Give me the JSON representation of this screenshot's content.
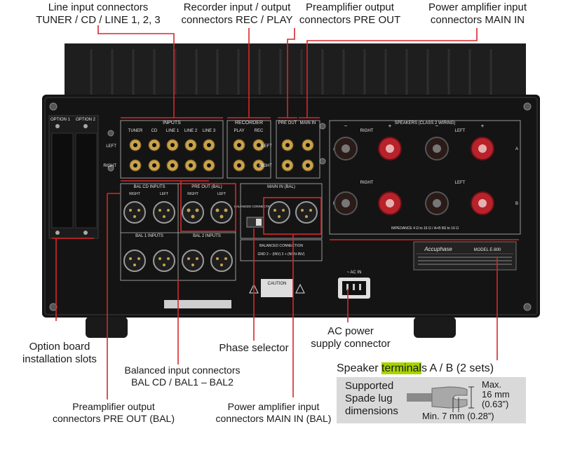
{
  "callouts": {
    "line_input_line1": "Line input connectors",
    "line_input_line2": "TUNER / CD / LINE 1, 2, 3",
    "recorder_line1": "Recorder input / output",
    "recorder_line2": "connectors REC / PLAY",
    "preout_line1": "Preamplifier output",
    "preout_line2": "connectors PRE OUT",
    "mainin_line1": "Power amplifier input",
    "mainin_line2": "connectors MAIN IN",
    "option_line1": "Option board",
    "option_line2": "installation slots",
    "phase": "Phase selector",
    "acpower_line1": "AC power",
    "acpower_line2": "supply connector",
    "balanced_line1": "Balanced input connectors",
    "balanced_line2": "BAL CD / BAL1 – BAL2",
    "preout_bal_line1": "Preamplifier output",
    "preout_bal_line2": "connectors PRE OUT (BAL)",
    "mainin_bal_line1": "Power amplifier input",
    "mainin_bal_line2": "connectors MAIN IN (BAL)"
  },
  "speaker_terminals": {
    "before": "Speaker ",
    "highlight": "terminal",
    "after": "s A / B (2 sets)"
  },
  "spade": {
    "line1": "Supported",
    "line2": "Spade lug",
    "line3": "dimensions",
    "max_label": "Max.",
    "max_mm": "16 mm",
    "max_in": "(0.63”)",
    "min": "Min. 7 mm (0.28”)"
  },
  "panel": {
    "inputs": "INPUTS",
    "tuner": "TUNER",
    "cd": "CD",
    "line1": "LINE 1",
    "line2": "LINE 2",
    "line3": "LINE 3",
    "recorder": "RECORDER",
    "play": "PLAY",
    "rec": "REC",
    "pre_out": "PRE OUT",
    "main_in": "MAIN IN",
    "left": "LEFT",
    "right": "RIGHT",
    "option1": "OPTION 1",
    "option2": "OPTION 2",
    "speakers": "SPEAKERS (CLASS 2 WIRING)",
    "minus": "−",
    "plus": "+",
    "spk_a": "A",
    "spk_b": "B",
    "impedance": "IMPEDANCE  4 Ω to 16 Ω / A+B 8Ω to 16 Ω",
    "bal_cd_inputs": "BAL CD INPUTS",
    "pre_out_bal": "PRE OUT (BAL)",
    "main_in_bal": "MAIN IN (BAL)",
    "balanced_connection": "BALANCED CONNECTION",
    "bal_conn_options": "GND  2 − (INV)  3 + (NON-INV)",
    "bal1_inputs": "BAL 1  INPUTS",
    "bal2_inputs": "BAL 2  INPUTS",
    "caution": "CAUTION",
    "ac_in": "~ AC IN",
    "brand": "Accuphase",
    "model": "MODEL E-800"
  }
}
